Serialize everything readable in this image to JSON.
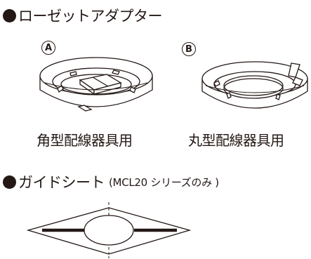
{
  "section1": {
    "title": "ローゼットアダプター",
    "label_a": "A",
    "label_b": "B",
    "caption_a": "角型配線器具用",
    "caption_b": "丸型配線器具用"
  },
  "section2": {
    "title": "ガイドシート",
    "note": "(MCL20 シリーズのみ )"
  },
  "colors": {
    "ink": "#231815"
  },
  "icons": {
    "bullet": "filled-circle"
  }
}
